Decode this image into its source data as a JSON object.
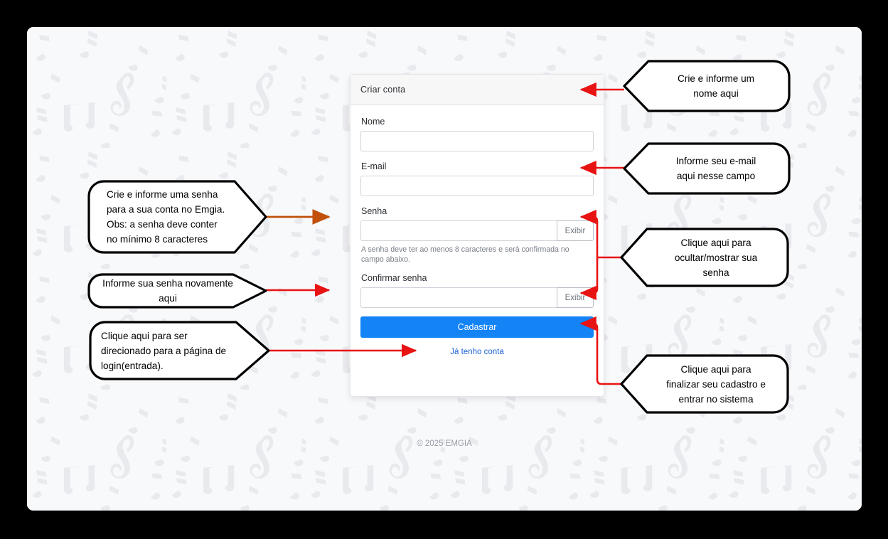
{
  "page": {
    "footer": "© 2025 EMGIA",
    "background": "music-notes-pattern",
    "bg_color": "#f8f9fb",
    "note_color": "#e9eaee"
  },
  "card": {
    "header_title": "Criar conta",
    "fields": [
      {
        "label": "Nome",
        "value": "",
        "placeholder": ""
      },
      {
        "label": "E-mail",
        "value": "",
        "placeholder": ""
      },
      {
        "label": "Senha",
        "value": "",
        "placeholder": "",
        "toggle_label": "Exibir",
        "help": "A senha deve ter ao menos 8 caracteres e será confirmada no campo abaixo."
      },
      {
        "label": "Confirmar senha",
        "value": "",
        "placeholder": "",
        "toggle_label": "Exibir"
      }
    ],
    "submit_label": "Cadastrar",
    "login_link": "Já tenho conta",
    "accent_color": "#1383f5",
    "link_color": "#1a63d8"
  },
  "annotations": {
    "line_colors": {
      "red": "#e81313",
      "orange": "#c0500a"
    },
    "left": [
      {
        "id": "password-note",
        "lines": [
          "Crie e informe uma senha",
          "para a sua conta no Emgia.",
          "Obs: a senha deve conter",
          "no mínimo 8 caracteres"
        ],
        "align": "left",
        "arrow_color": "#c0500a"
      },
      {
        "id": "confirm-password-note",
        "lines": [
          "Informe sua senha novamente",
          "aqui"
        ],
        "align": "center",
        "arrow_color": "#e81313"
      },
      {
        "id": "login-link-note",
        "lines": [
          "Clique aqui para ser",
          "direcionado para a página de",
          "login(entrada)."
        ],
        "align": "left",
        "arrow_color": "#e81313"
      }
    ],
    "right": [
      {
        "id": "name-note",
        "lines": [
          "Crie e informe um",
          "nome aqui"
        ],
        "align": "center",
        "arrow_color": "#e81313"
      },
      {
        "id": "email-note",
        "lines": [
          "Informe seu e-mail",
          "aqui nesse campo"
        ],
        "align": "center",
        "arrow_color": "#e81313"
      },
      {
        "id": "show-password-note",
        "lines": [
          "Clique aqui para",
          "ocultar/mostrar sua",
          "senha"
        ],
        "align": "center",
        "arrow_color": "#e81313"
      },
      {
        "id": "submit-note",
        "lines": [
          "Clique aqui para",
          "finalizar seu cadastro e",
          "entrar no sistema"
        ],
        "align": "center",
        "arrow_color": "#e81313"
      }
    ]
  }
}
